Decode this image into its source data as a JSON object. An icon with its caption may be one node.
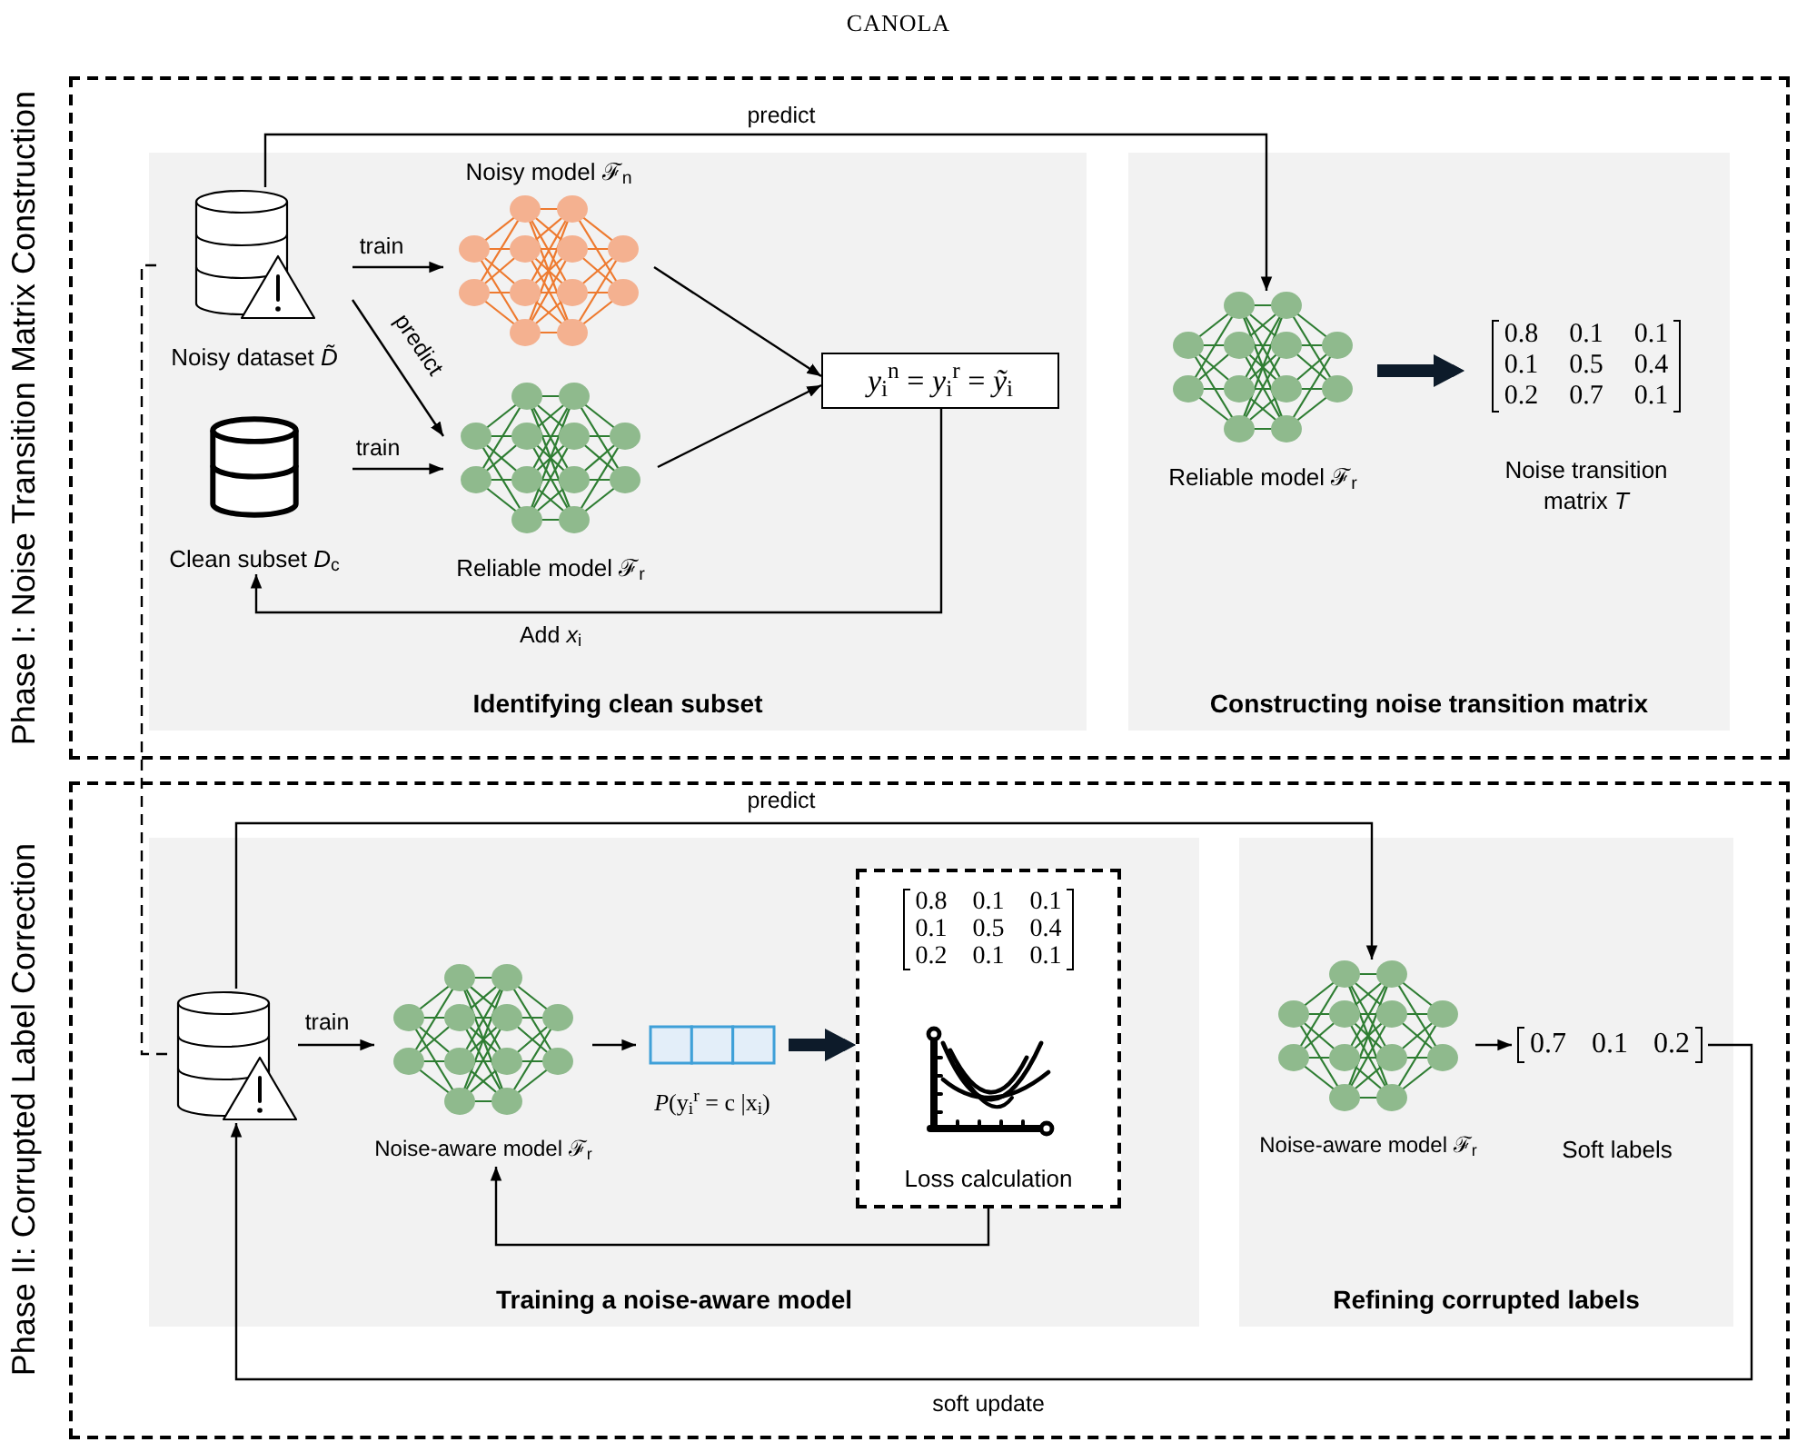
{
  "diagram": {
    "title": "CANOLA",
    "nodes": [
      {
        "text": [
          "Phase I: Noise Transition Matrix Construction"
        ]
      },
      {
        "text": [
          "Identifying clean subset"
        ],
        "in": 0
      },
      {
        "text": [
          "Noisy dataset *D̃*"
        ],
        "in": 1
      },
      {
        "text": [
          "Noisy model ℱ$_{n}$"
        ],
        "in": 1
      },
      {
        "text": [
          "Clean subset *D*$_{c}$"
        ],
        "in": 1
      },
      {
        "text": [
          "Reliable model ℱ$_{r}$"
        ],
        "in": 1
      },
      {
        "text": [
          "*y*$_{i}$$^{n}$ = *y*$_{i}$$^{r}$ = *ỹ*$_{i}$"
        ],
        "in": 1
      },
      {
        "text": [
          "Constructing noise transition matrix"
        ],
        "in": 0
      },
      {
        "text": [
          "Reliable model ℱ$_{r}$"
        ],
        "in": 7
      },
      {
        "text": [
          "0.8",
          "0.1",
          "0.1",
          "0.1",
          "0.5",
          "0.4",
          "0.2",
          "0.7",
          "0.1",
          "Noise transition matrix *T*"
        ],
        "in": 7
      },
      {
        "text": [
          "Phase II: Corrupted Label Correction"
        ]
      },
      {
        "text": [
          "Training a noise-aware model"
        ],
        "in": 10
      },
      {
        "text": [],
        "shape": "cylinder",
        "in": 11
      },
      {
        "text": [
          "Noise-aware model ℱ$_{r}$"
        ],
        "in": 11
      },
      {
        "text": [
          "*P*(y$_{i}$$^{r}$ = c |x$_{i}$)"
        ],
        "in": 11
      },
      {
        "text": [
          "0.8",
          "0.1",
          "0.1",
          "0.1",
          "0.5",
          "0.4",
          "0.2",
          "0.1",
          "0.1",
          "Loss calculation"
        ],
        "in": 11
      },
      {
        "text": [
          "Refining corrupted labels"
        ],
        "in": 10
      },
      {
        "text": [
          "Noise-aware model ℱ$_{r}$"
        ],
        "in": 16
      },
      {
        "text": [
          "0.7",
          "0.1",
          "0.2",
          "Soft labels"
        ],
        "in": 16
      }
    ],
    "edges": [
      {
        "from": 2,
        "to": 3,
        "arrow": "to",
        "label": "train"
      },
      {
        "from": 2,
        "to": 5,
        "arrow": "to",
        "label": "predict"
      },
      {
        "from": 4,
        "to": 5,
        "arrow": "to",
        "label": "train"
      },
      {
        "from": 3,
        "to": 6,
        "arrow": "to"
      },
      {
        "from": 5,
        "to": 6,
        "arrow": "to"
      },
      {
        "from": 6,
        "to": 4,
        "arrow": "to",
        "label": "Add *x*$_{i}$"
      },
      {
        "from": 2,
        "to": 8,
        "arrow": "to",
        "label": "predict"
      },
      {
        "from": 8,
        "to": 9,
        "arrow": "to",
        "style": "thick",
        "color": "#0d1b2a"
      },
      {
        "from": 2,
        "to": 12,
        "arrow": "none",
        "style": "dashed"
      },
      {
        "from": 12,
        "to": 13,
        "arrow": "to",
        "label": "train"
      },
      {
        "from": 13,
        "to": 14,
        "arrow": "to"
      },
      {
        "from": 14,
        "to": 15,
        "arrow": "to",
        "style": "thick",
        "color": "#0d1b2a"
      },
      {
        "from": 15,
        "to": 13,
        "arrow": "to"
      },
      {
        "from": 12,
        "to": 17,
        "arrow": "to",
        "label": "predict"
      },
      {
        "from": 17,
        "to": 18,
        "arrow": "to"
      },
      {
        "from": 18,
        "to": 12,
        "arrow": "to",
        "label": "soft update"
      }
    ]
  }
}
